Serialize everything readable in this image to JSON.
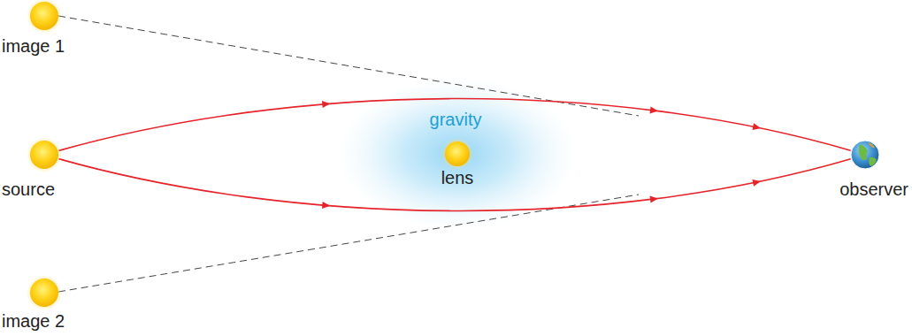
{
  "diagram": {
    "nodes": [
      {
        "text": [
          "image 1"
        ]
      },
      {
        "text": [
          "source"
        ]
      },
      {
        "text": [
          "lens"
        ]
      },
      {
        "text": [
          "observer"
        ]
      },
      {
        "text": [
          "image 2"
        ]
      }
    ],
    "edges": [
      {
        "from": 1,
        "to": 3,
        "arrow": "to"
      },
      {
        "from": 1,
        "to": 3,
        "arrow": "to"
      }
    ],
    "labels": [
      "gravity"
    ]
  }
}
